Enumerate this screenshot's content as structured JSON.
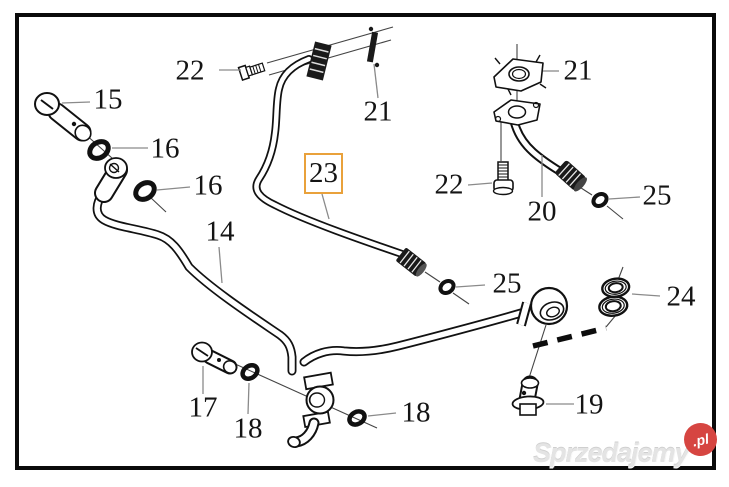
{
  "callouts": [
    {
      "id": "22-left",
      "label": "22"
    },
    {
      "id": "15",
      "label": "15"
    },
    {
      "id": "16-upper",
      "label": "16"
    },
    {
      "id": "16-lower",
      "label": "16"
    },
    {
      "id": "14",
      "label": "14"
    },
    {
      "id": "23",
      "label": "23"
    },
    {
      "id": "21-left",
      "label": "21"
    },
    {
      "id": "21-right",
      "label": "21"
    },
    {
      "id": "22-right",
      "label": "22"
    },
    {
      "id": "20",
      "label": "20"
    },
    {
      "id": "25-right",
      "label": "25"
    },
    {
      "id": "25-center",
      "label": "25"
    },
    {
      "id": "24",
      "label": "24"
    },
    {
      "id": "19",
      "label": "19"
    },
    {
      "id": "18-right",
      "label": "18"
    },
    {
      "id": "17",
      "label": "17"
    },
    {
      "id": "18-left",
      "label": "18"
    }
  ],
  "highlight": {
    "part": "23",
    "box_color": "#E9A13B"
  },
  "watermark": {
    "text": "Sprzedajemy",
    "badge": ".pl",
    "badge_color": "#D64541"
  }
}
